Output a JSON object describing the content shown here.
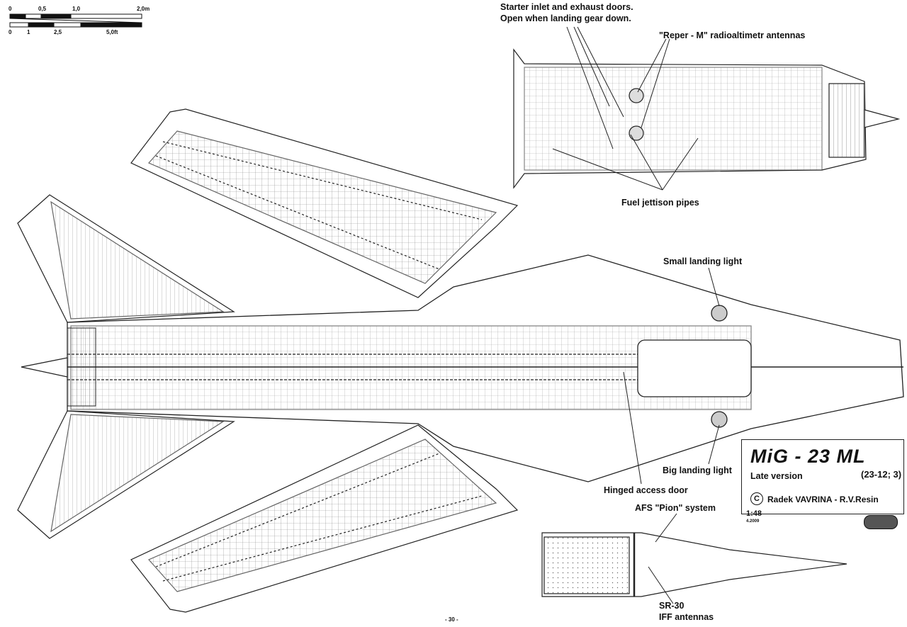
{
  "scale_bar": {
    "metric_ticks": [
      "0",
      "0,5",
      "1,0",
      "2,0m"
    ],
    "imperial_ticks": [
      "0",
      "1",
      "2,5",
      "5,0ft"
    ]
  },
  "callouts": {
    "starter_doors_line1": "Starter inlet and exhaust doors.",
    "starter_doors_line2": "Open when landing gear down.",
    "reper_antennas": "\"Reper - M\" radioaltimetr antennas",
    "fuel_jettison": "Fuel jettison pipes",
    "small_landing_light": "Small landing light",
    "big_landing_light": "Big landing light",
    "hinged_access_door": "Hinged access door",
    "afs_system": "AFS \"Pion\"  system",
    "sr30_line1": "SR-30",
    "sr30_line2": "IFF antennas"
  },
  "title_block": {
    "main_title": "MiG - 23 ML",
    "version": "Late version",
    "code": "(23-12; 3)",
    "copyright_symbol": "C",
    "author": "Radek VAVRINA - R.V.Resin",
    "scale": "1:48",
    "date": "4.2009",
    "logo_icon": "rv-resin-logo-icon"
  },
  "page_number": "- 30 -",
  "colors": {
    "line": "#222222",
    "paper": "#ffffff"
  }
}
